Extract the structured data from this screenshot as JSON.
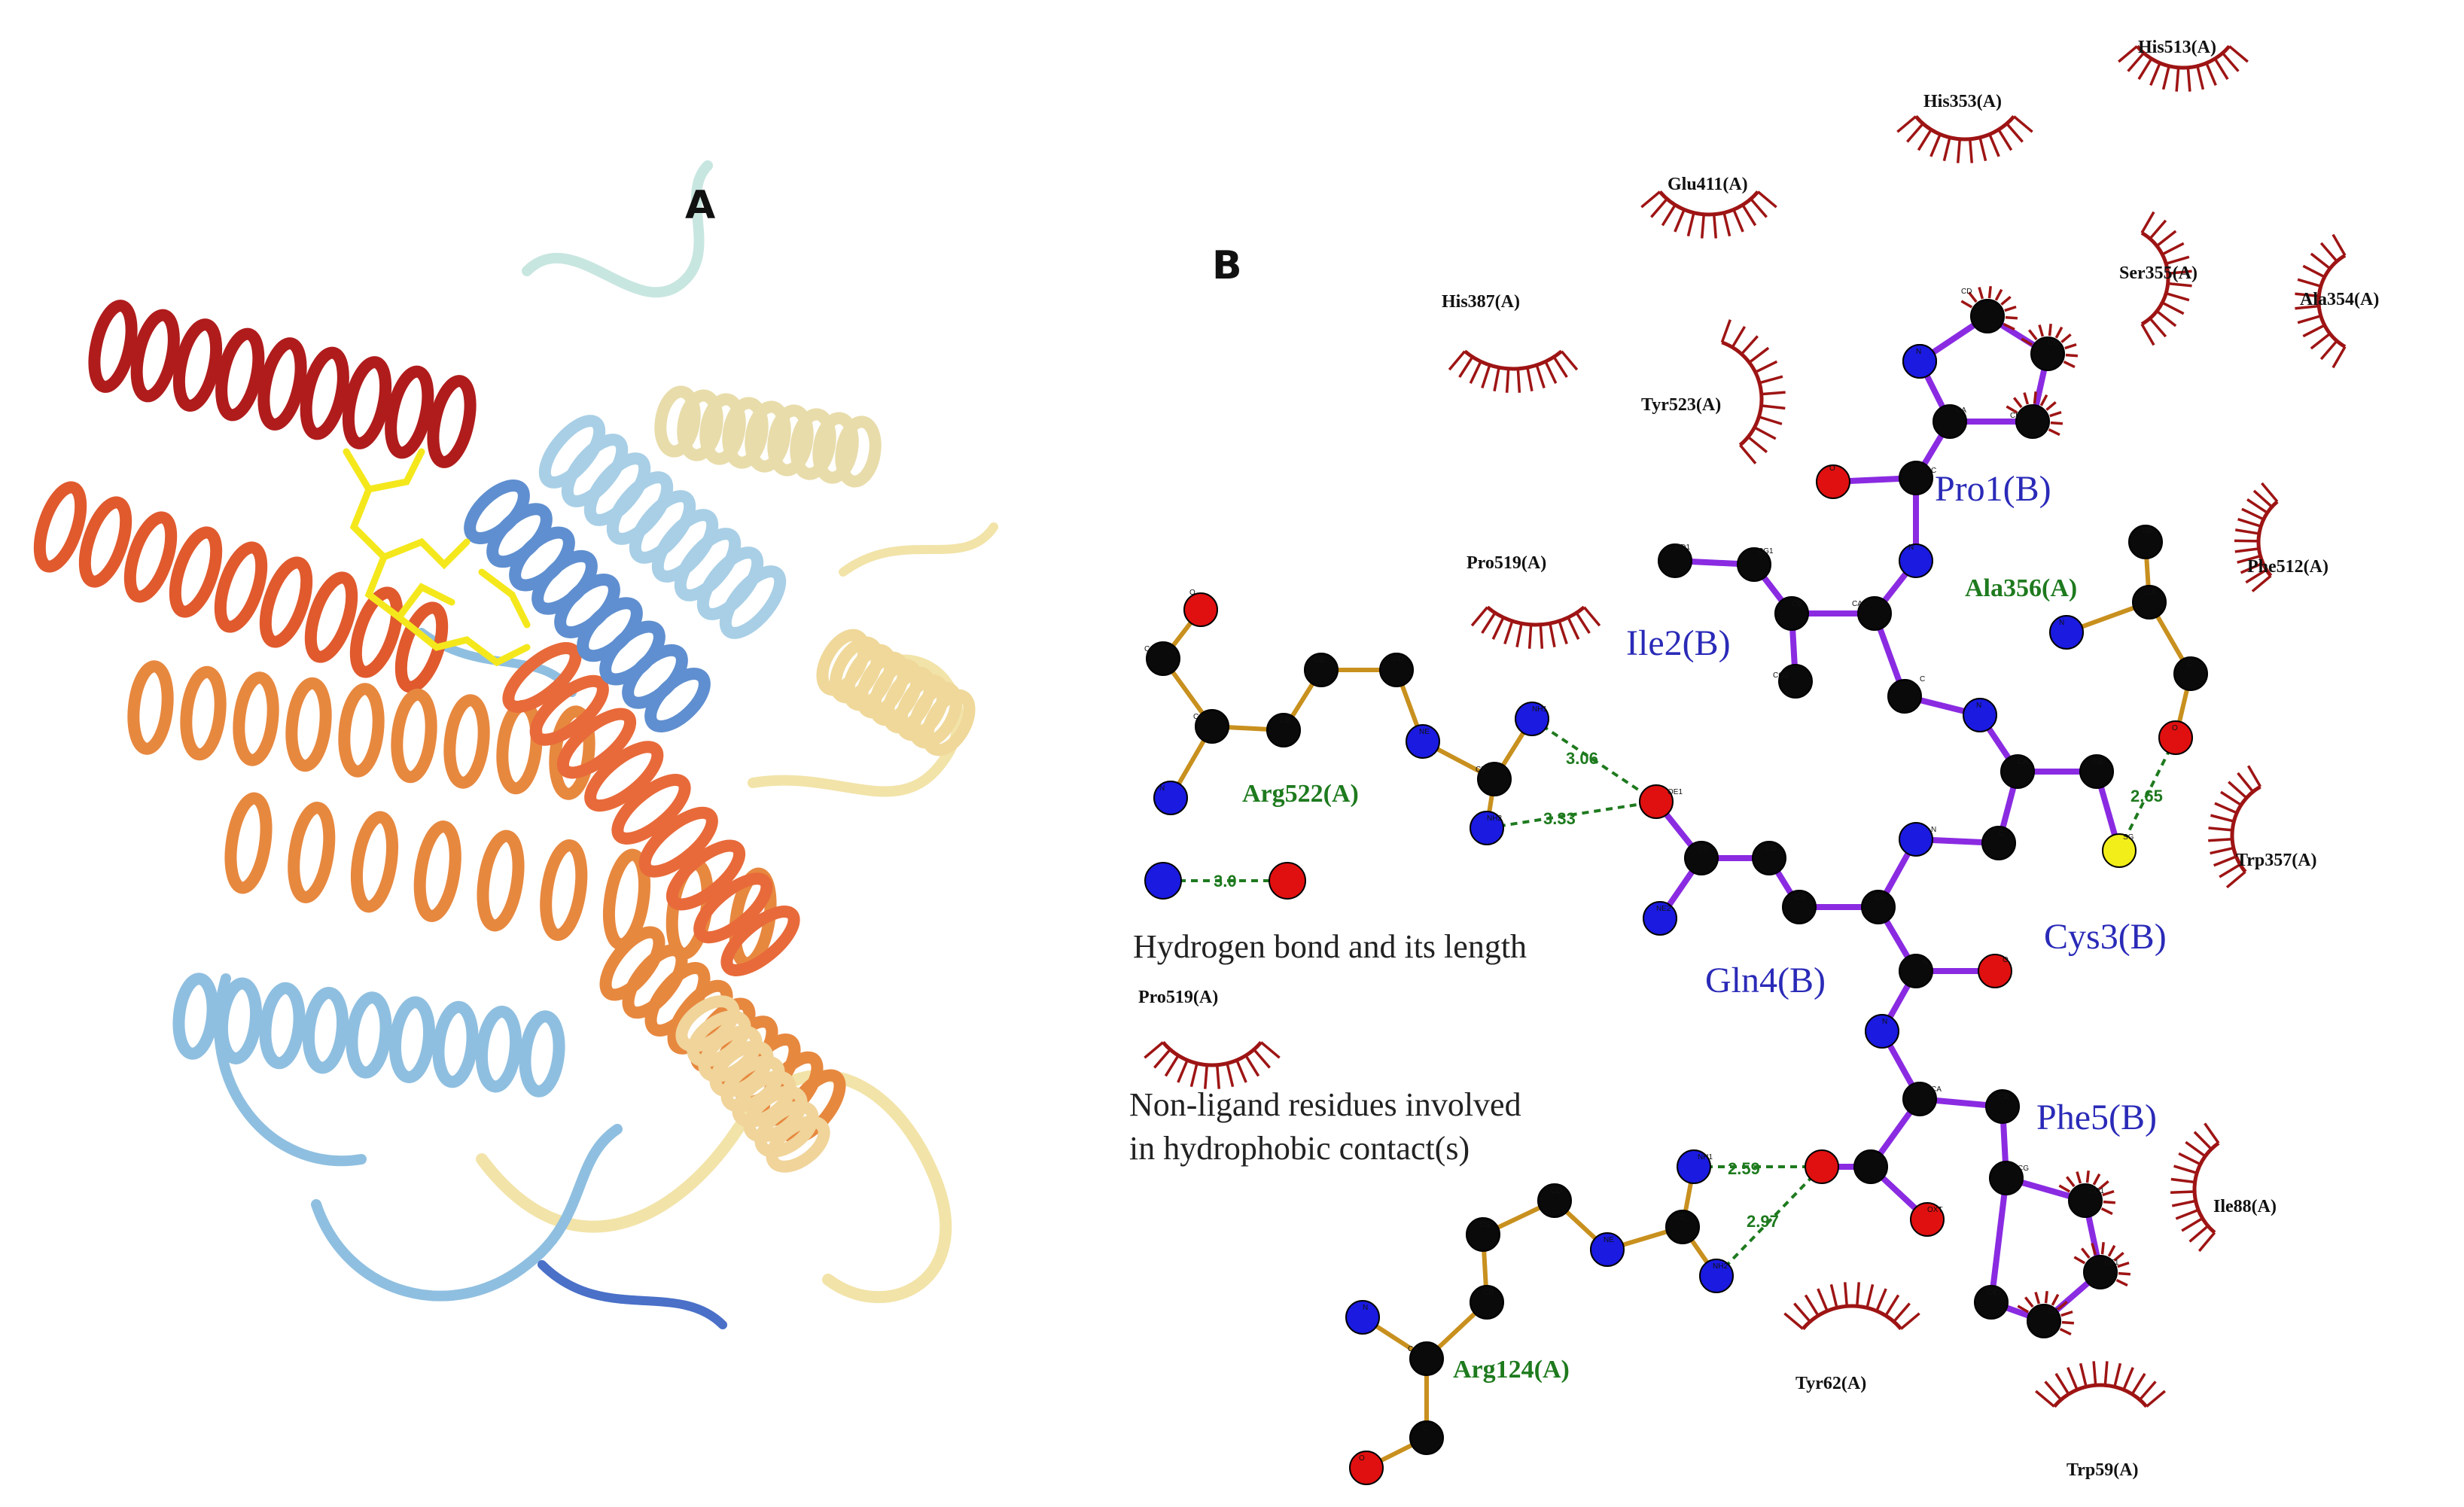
{
  "panels": {
    "a_label": "A",
    "b_label": "B"
  },
  "colors": {
    "ligand_bond": "#8a2be2",
    "residue_bond": "#c8901e",
    "hbond": "#1e7a1e",
    "contact_arc": "#9e1414",
    "carbon": "#0a0a0a",
    "nitrogen": "#1a1ae0",
    "oxygen": "#e01010",
    "sulfur": "#f2ee1a",
    "ligand_label": "#2a2ab8",
    "residue_label": "#1e7a1e"
  },
  "ligand_residues": [
    "Pro1(B)",
    "Ile2(B)",
    "Cys3(B)",
    "Gln4(B)",
    "Phe5(B)"
  ],
  "hbond_residues": [
    "Arg522(A)",
    "Ala356(A)",
    "Arg124(A)"
  ],
  "hydrophobic_contacts": [
    "His513(A)",
    "His353(A)",
    "Glu411(A)",
    "Ser355(A)",
    "Ala354(A)",
    "His387(A)",
    "Tyr523(A)",
    "Pro519(A)",
    "Phe512(A)",
    "Trp357(A)",
    "Ile88(A)",
    "Tyr62(A)",
    "Trp59(A)"
  ],
  "hbond_lengths": [
    "3.06",
    "3.33",
    "2.65",
    "2.59",
    "2.97"
  ],
  "legend": {
    "hbond_sample_length": "3.0",
    "hbond_text": "Hydrogen bond and its length",
    "contact_label": "Pro519(A)",
    "contact_text_line1": "Non-ligand residues involved",
    "contact_text_line2": "in hydrophobic  contact(s)"
  },
  "atom_labels": {
    "cd": "CD",
    "cg": "CG",
    "ca": "CA",
    "cb": "CB",
    "c": "C",
    "n": "N",
    "o": "O",
    "ne": "NE",
    "nh1": "NH1",
    "nh2": "NH2",
    "cz": "CZ",
    "cg1": "CG1",
    "cg2": "CG2",
    "cd1": "CD1",
    "oe1": "OE1",
    "ne2": "NE2",
    "sg": "SG",
    "oxt": "OXT",
    "ce1": "CE1",
    "ce2": "CE2"
  }
}
